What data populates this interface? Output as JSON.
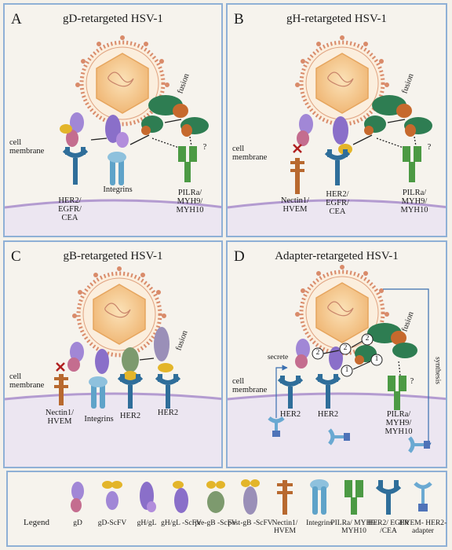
{
  "panels": [
    {
      "letter": "A",
      "title": "gD-retargeted HSV-1",
      "labels": {
        "membrane": "cell membrane",
        "receptor1": "HER2/ EGFR/ CEA",
        "receptor2": "Integrins",
        "receptor3": "PILRa/ MYH9/ MYH10",
        "fusion": "fusion",
        "question": "?"
      }
    },
    {
      "letter": "B",
      "title": "gH-retargeted HSV-1",
      "labels": {
        "membrane": "cell membrane",
        "receptor1": "Nectin1/ HVEM",
        "receptor2": "HER2/ EGFR/ CEA",
        "receptor3": "PILRa/ MYH9/ MYH10",
        "fusion": "fusion",
        "question": "?"
      }
    },
    {
      "letter": "C",
      "title": "gB-retargeted HSV-1",
      "labels": {
        "membrane": "cell membrane",
        "receptor1": "Nectin1/ HVEM",
        "receptor2": "Integrins",
        "receptor3": "HER2",
        "receptor4": "HER2",
        "fusion": "fusion"
      }
    },
    {
      "letter": "D",
      "title": "Adapter-retargeted HSV-1",
      "labels": {
        "membrane": "cell membrane",
        "receptor1": "HER2",
        "receptor2": "HER2",
        "receptor3": "PILRa/ MYH9/ MYH10",
        "secrete": "secrete",
        "synthesis": "synthesis",
        "fusion": "fusion",
        "question": "?",
        "step1": "1",
        "step2": "2"
      }
    }
  ],
  "legend": {
    "title": "Legend",
    "items": [
      {
        "label": "gD",
        "icon": "gd-icon"
      },
      {
        "label": "gD-ScFV",
        "icon": "gd-scfv-icon"
      },
      {
        "label": "gH/gL",
        "icon": "gh-gl-icon"
      },
      {
        "label": "gH/gL -ScFV",
        "icon": "gh-gl-scfv-icon"
      },
      {
        "label": "pre-gB -ScFV",
        "icon": "pre-gb-scfv-icon"
      },
      {
        "label": "post-gB -ScFV",
        "icon": "post-gb-scfv-icon"
      },
      {
        "label": "Nectin1/ HVEM",
        "icon": "nectin1-hvem-icon"
      },
      {
        "label": "Integrins",
        "icon": "integrins-icon"
      },
      {
        "label": "PILRa/ MYH9/ MYH10",
        "icon": "pilra-icon"
      },
      {
        "label": "HER2/ EGFR /CEA",
        "icon": "her2-egfr-cea-icon"
      },
      {
        "label": "HVEM- HER2-adapter",
        "icon": "hvem-her2-adapter-icon"
      }
    ]
  },
  "colors": {
    "panel_border": "#8fb0d6",
    "membrane": "#b39bd0",
    "cytoplasm": "#ece6f1",
    "capsid": "#f3c98f",
    "envelope": "#d98b6a",
    "her2": "#2f6e9a",
    "integrin": "#5fa3c9",
    "nectin": "#b8692f",
    "pilra": "#4c9a44",
    "gd": "#8a6fc9",
    "scfv": "#e3b52a",
    "fusion_complex": "#2e7d52"
  }
}
